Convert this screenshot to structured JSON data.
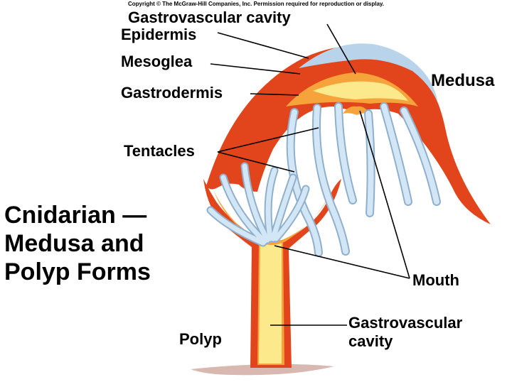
{
  "copyright": "Copyright © The McGraw-Hill Companies, Inc. Permission required for reproduction or display.",
  "labels": {
    "gastrovascular_cavity_top": "Gastrovascular cavity",
    "epidermis": "Epidermis",
    "mesoglea": "Mesoglea",
    "gastrodermis": "Gastrodermis",
    "medusa": "Medusa",
    "tentacles": "Tentacles",
    "mouth": "Mouth",
    "polyp": "Polyp",
    "gastrovascular_cavity_bottom_line1": "Gastrovascular",
    "gastrovascular_cavity_bottom_line2": "cavity"
  },
  "title": {
    "line1": "Cnidarian —",
    "line2": "Medusa and",
    "line3": "Polyp Forms"
  },
  "colors": {
    "epidermis": "#b9d4ea",
    "mesoglea": "#e2451c",
    "gastrodermis": "#f6a33c",
    "cavity": "#fbe98c",
    "tentacle": "#d2e6f5",
    "tentacle_edge": "#8fb0cc",
    "ground": "#d8b8b0"
  }
}
